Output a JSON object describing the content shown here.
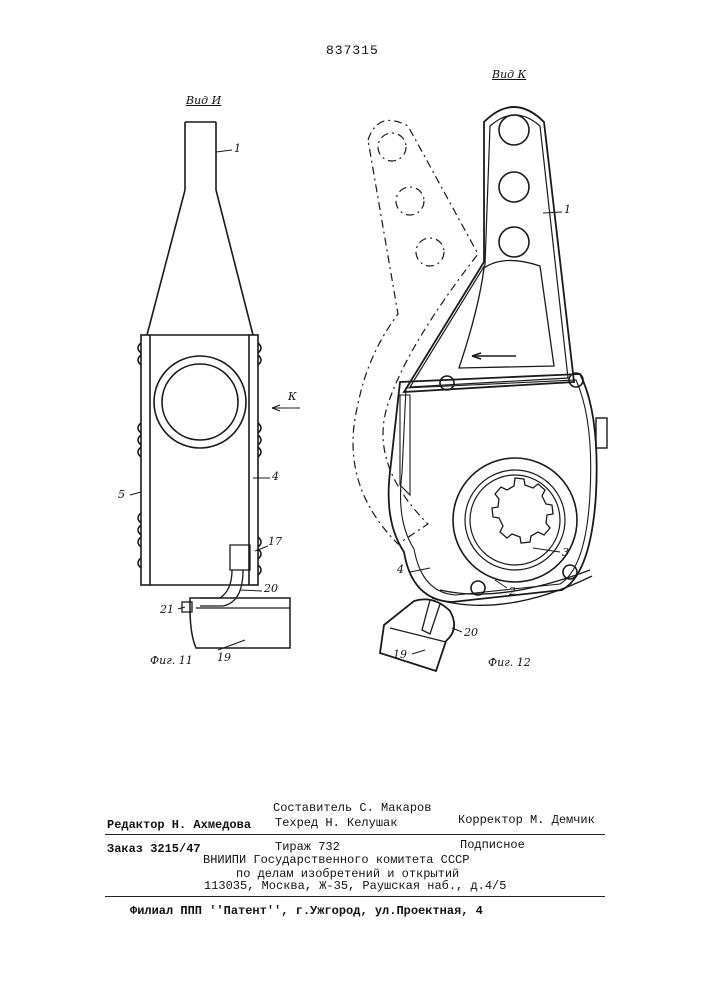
{
  "page_number": "837315",
  "fig11": {
    "view_label": "Вид И",
    "arrow_label": "К",
    "caption": "Фиг. 11",
    "parts": {
      "p1": "1",
      "p4": "4",
      "p5": "5",
      "p17": "17",
      "p19": "19",
      "p20": "20",
      "p21": "21"
    }
  },
  "fig12": {
    "view_label": "Вид К",
    "caption": "Фиг. 12",
    "parts": {
      "p1": "1",
      "p2": "2",
      "p3": "3",
      "p4": "4",
      "p19": "19",
      "p20": "20"
    }
  },
  "colophon": {
    "composer": "Составитель С. Макаров",
    "editor": "Редактор Н. Ахмедова",
    "techred": "Техред Н. Келушак",
    "corrector": "Корректор М. Демчик",
    "order": "Заказ 3215/47",
    "circulation": "Тираж 732",
    "subscription": "Подписное",
    "org_line1": "ВНИИПИ Государственного комитета СССР",
    "org_line2": "по делам изобретений и открытий",
    "org_line3": "113035, Москва, Ж-35, Раушская наб., д.4/5",
    "branch": "Филиал ППП ''Патент'', г.Ужгород, ул.Проектная, 4"
  }
}
